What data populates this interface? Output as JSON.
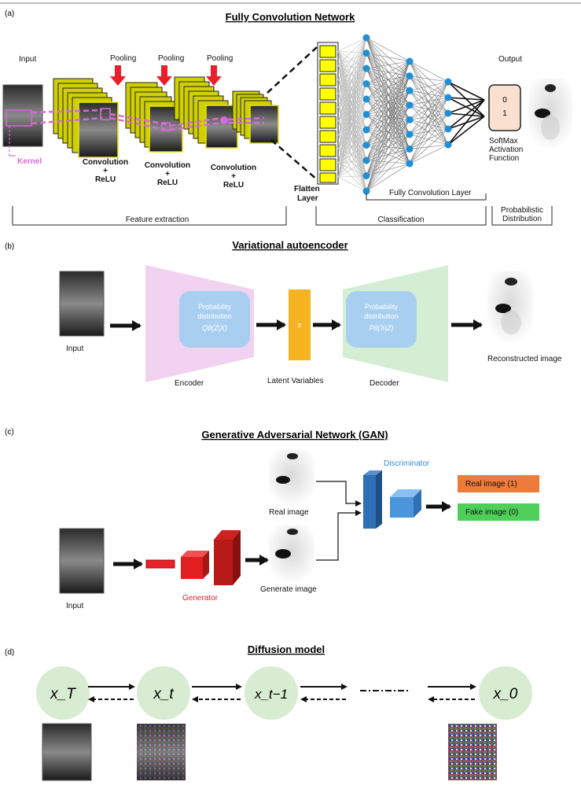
{
  "panel_a": {
    "tag": "(a)",
    "title": "Fully Convolution Network",
    "input_label": "Input",
    "pooling_labels": [
      "Pooling",
      "Pooling",
      "Pooling"
    ],
    "output_label": "Output",
    "kernel_label": "Kernel",
    "conv_labels": [
      {
        "line1": "Convolution",
        "line2": "+",
        "line3": "ReLU"
      },
      {
        "line1": "Convolution",
        "line2": "+",
        "line3": "ReLU"
      },
      {
        "line1": "Convolution",
        "line2": "+",
        "line3": "ReLU"
      }
    ],
    "flatten_line1": "Flatten",
    "flatten_line2": "Layer",
    "fc_layer_label": "Fully Convolution Layer",
    "softmax_values": [
      "0",
      "1"
    ],
    "softmax_line1": "SoftMax",
    "softmax_line2": "Activation",
    "softmax_line3": "Function",
    "section_feature": "Feature extraction",
    "section_classification": "Classification",
    "section_prob_line1": "Probabilistic",
    "section_prob_line2": "Distribution"
  },
  "panel_b": {
    "tag": "(b)",
    "title": "Variational autoencoder",
    "input_label": "Input",
    "encoder_label": "Encoder",
    "enc_box_line1": "Probability",
    "enc_box_line2": "distribution",
    "enc_box_line3": "Qθ(Z|X)",
    "latent_symbol": "z",
    "latent_label": "Latent Variables",
    "dec_box_line1": "Probability",
    "dec_box_line2": "distribution",
    "dec_box_line3": "Pθ(X|Z)",
    "decoder_label": "Decoder",
    "output_label": "Reconstructed image"
  },
  "panel_c": {
    "tag": "(c)",
    "title": "Generative Adversarial Network (GAN)",
    "input_label": "Input",
    "generator_label": "Generator",
    "real_image_label": "Real image",
    "generate_image_label": "Generate image",
    "discriminator_label": "Discriminator",
    "real_output": "Real image (1)",
    "fake_output": "Fake image (0)"
  },
  "panel_d": {
    "tag": "(d)",
    "title": "Diffusion model",
    "states": [
      "x_T",
      "x_t",
      "x_t−1",
      "x_0"
    ]
  },
  "colors": {
    "kernel": "#d86ad8",
    "pooling_arrow": "#e8202a",
    "flatten_fill": "#ffff00",
    "node": "#1f8fd6",
    "softmax_fill": "#fbe0d0",
    "encoder_fill": "#f1d2f1",
    "decoder_fill": "#d3eed3",
    "prob_box": "#a9cff0",
    "latent": "#f5b324",
    "generator_red": "#d9211b",
    "discriminator_blue": "#2f6fb3",
    "real_output": "#ee7b3a",
    "fake_output": "#4fcf5a",
    "diffusion_circle": "#d7ecd1"
  }
}
